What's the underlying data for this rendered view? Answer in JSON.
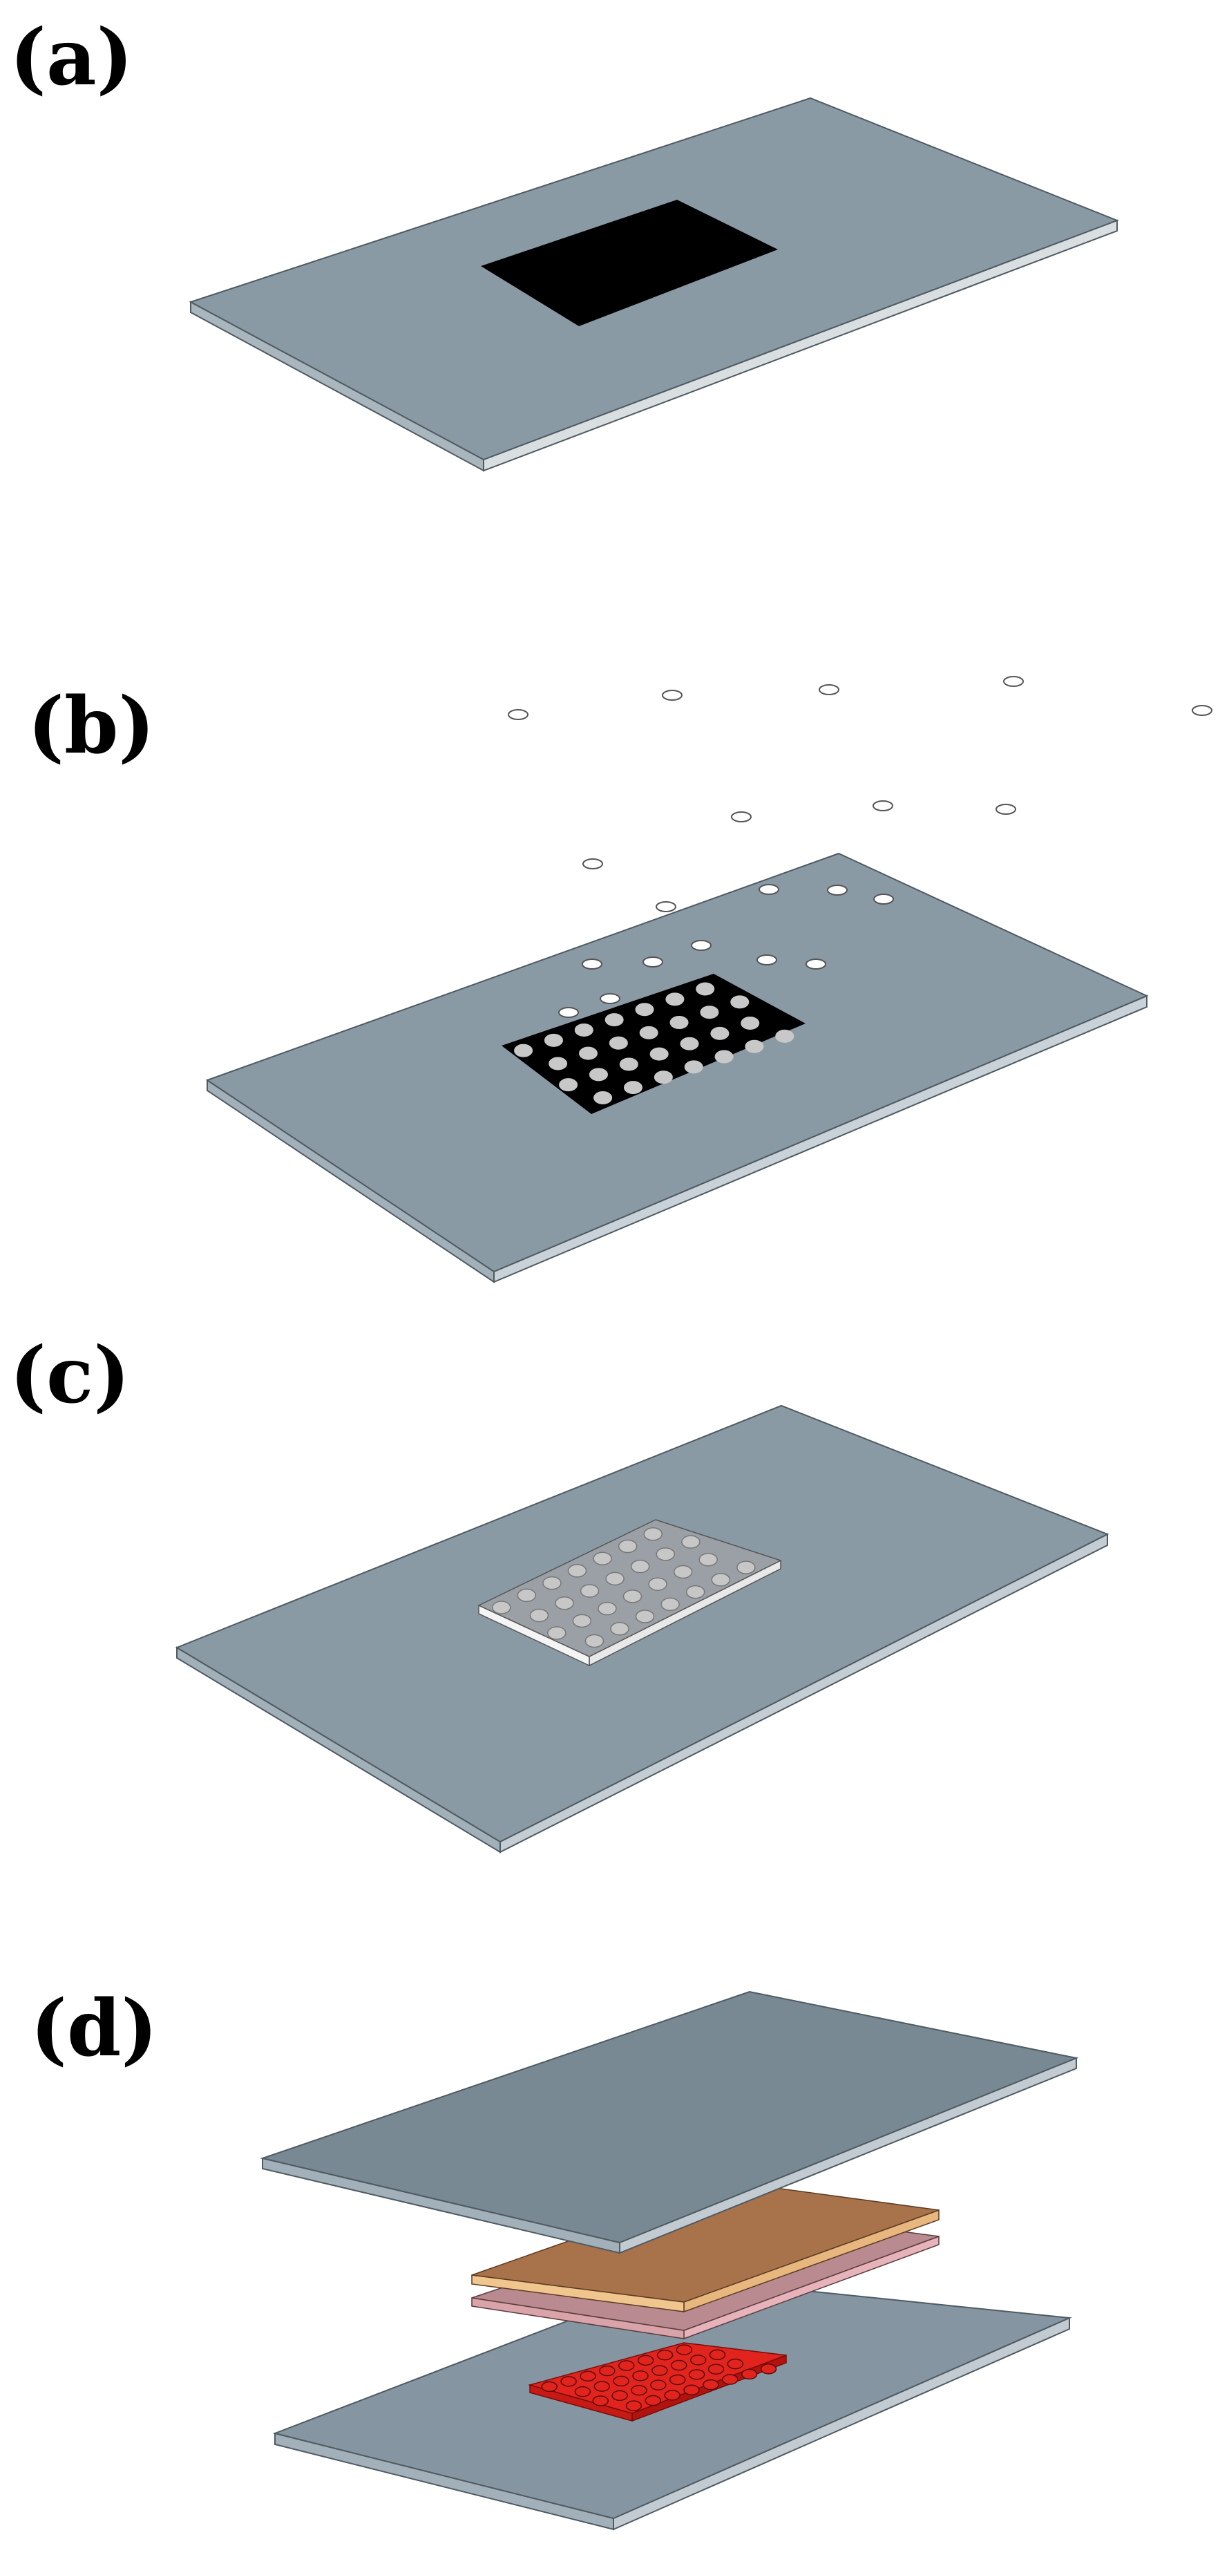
{
  "figure": {
    "panels": [
      {
        "id": "a",
        "label": "(a)"
      },
      {
        "id": "b",
        "label": "(b)"
      },
      {
        "id": "c",
        "label": "(c)"
      },
      {
        "id": "d",
        "label": "(d)"
      }
    ]
  },
  "colors": {
    "substrate_top": "#8a9aa5",
    "substrate_edge": "#c9d1d6",
    "substrate_top_dark": "#7b8a96",
    "outline": "#4f5a62",
    "mask_black": "#000000",
    "hole_fill": "#c8c8c8",
    "film_white": "#efefef",
    "film_grey": "#9aa0a5",
    "copper": "#a8724a",
    "copper_edge": "#e7b77e",
    "pink_layer": "#b98a8f",
    "pink_edge": "#e6b3ba",
    "red_layer": "#e2241f",
    "red_edge": "#b3130f"
  }
}
